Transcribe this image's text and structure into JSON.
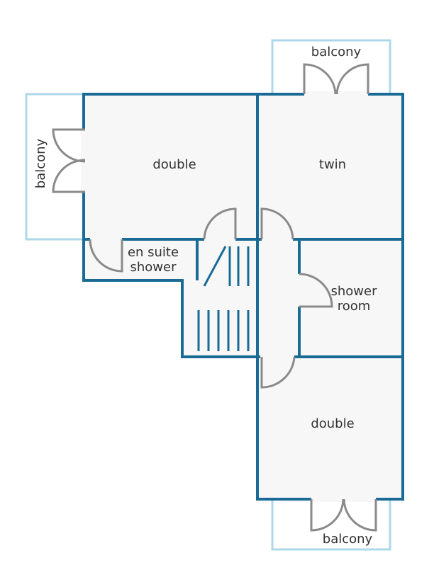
{
  "rooms": {
    "double_top": "double",
    "twin": "twin",
    "en_suite_line1": "en suite",
    "en_suite_line2": "shower",
    "shower_line1": "shower",
    "shower_line2": "room",
    "double_bottom": "double"
  },
  "balconies": {
    "top": "balcony",
    "left": "balcony",
    "bottom": "balcony"
  },
  "colors": {
    "wall": "#1a6a96",
    "balcony_outline": "#add8e8",
    "room_fill": "#f7f7f8",
    "door": "#8a8a8a"
  }
}
